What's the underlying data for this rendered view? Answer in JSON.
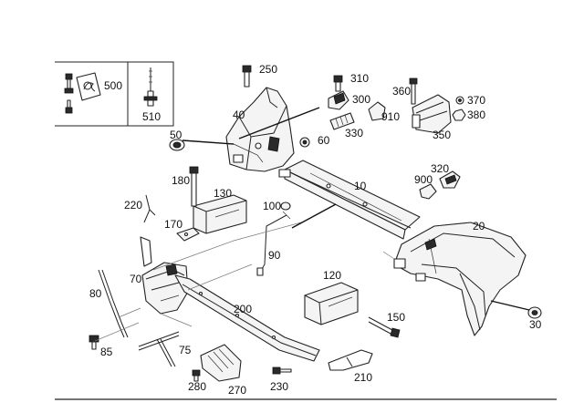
{
  "callouts": {
    "c10": "10",
    "c20": "20",
    "c30": "30",
    "c40": "40",
    "c50": "50",
    "c60": "60",
    "c70": "70",
    "c75": "75",
    "c80": "80",
    "c85": "85",
    "c90": "90",
    "c100": "100",
    "c120": "120",
    "c130": "130",
    "c150": "150",
    "c170": "170",
    "c180": "180",
    "c200": "200",
    "c210": "210",
    "c220": "220",
    "c230": "230",
    "c250": "250",
    "c270": "270",
    "c280": "280",
    "c300": "300",
    "c310": "310",
    "c320": "320",
    "c330": "330",
    "c350": "350",
    "c360": "360",
    "c370": "370",
    "c380": "380",
    "c500": "500",
    "c510": "510",
    "c900": "900",
    "c910": "910"
  }
}
